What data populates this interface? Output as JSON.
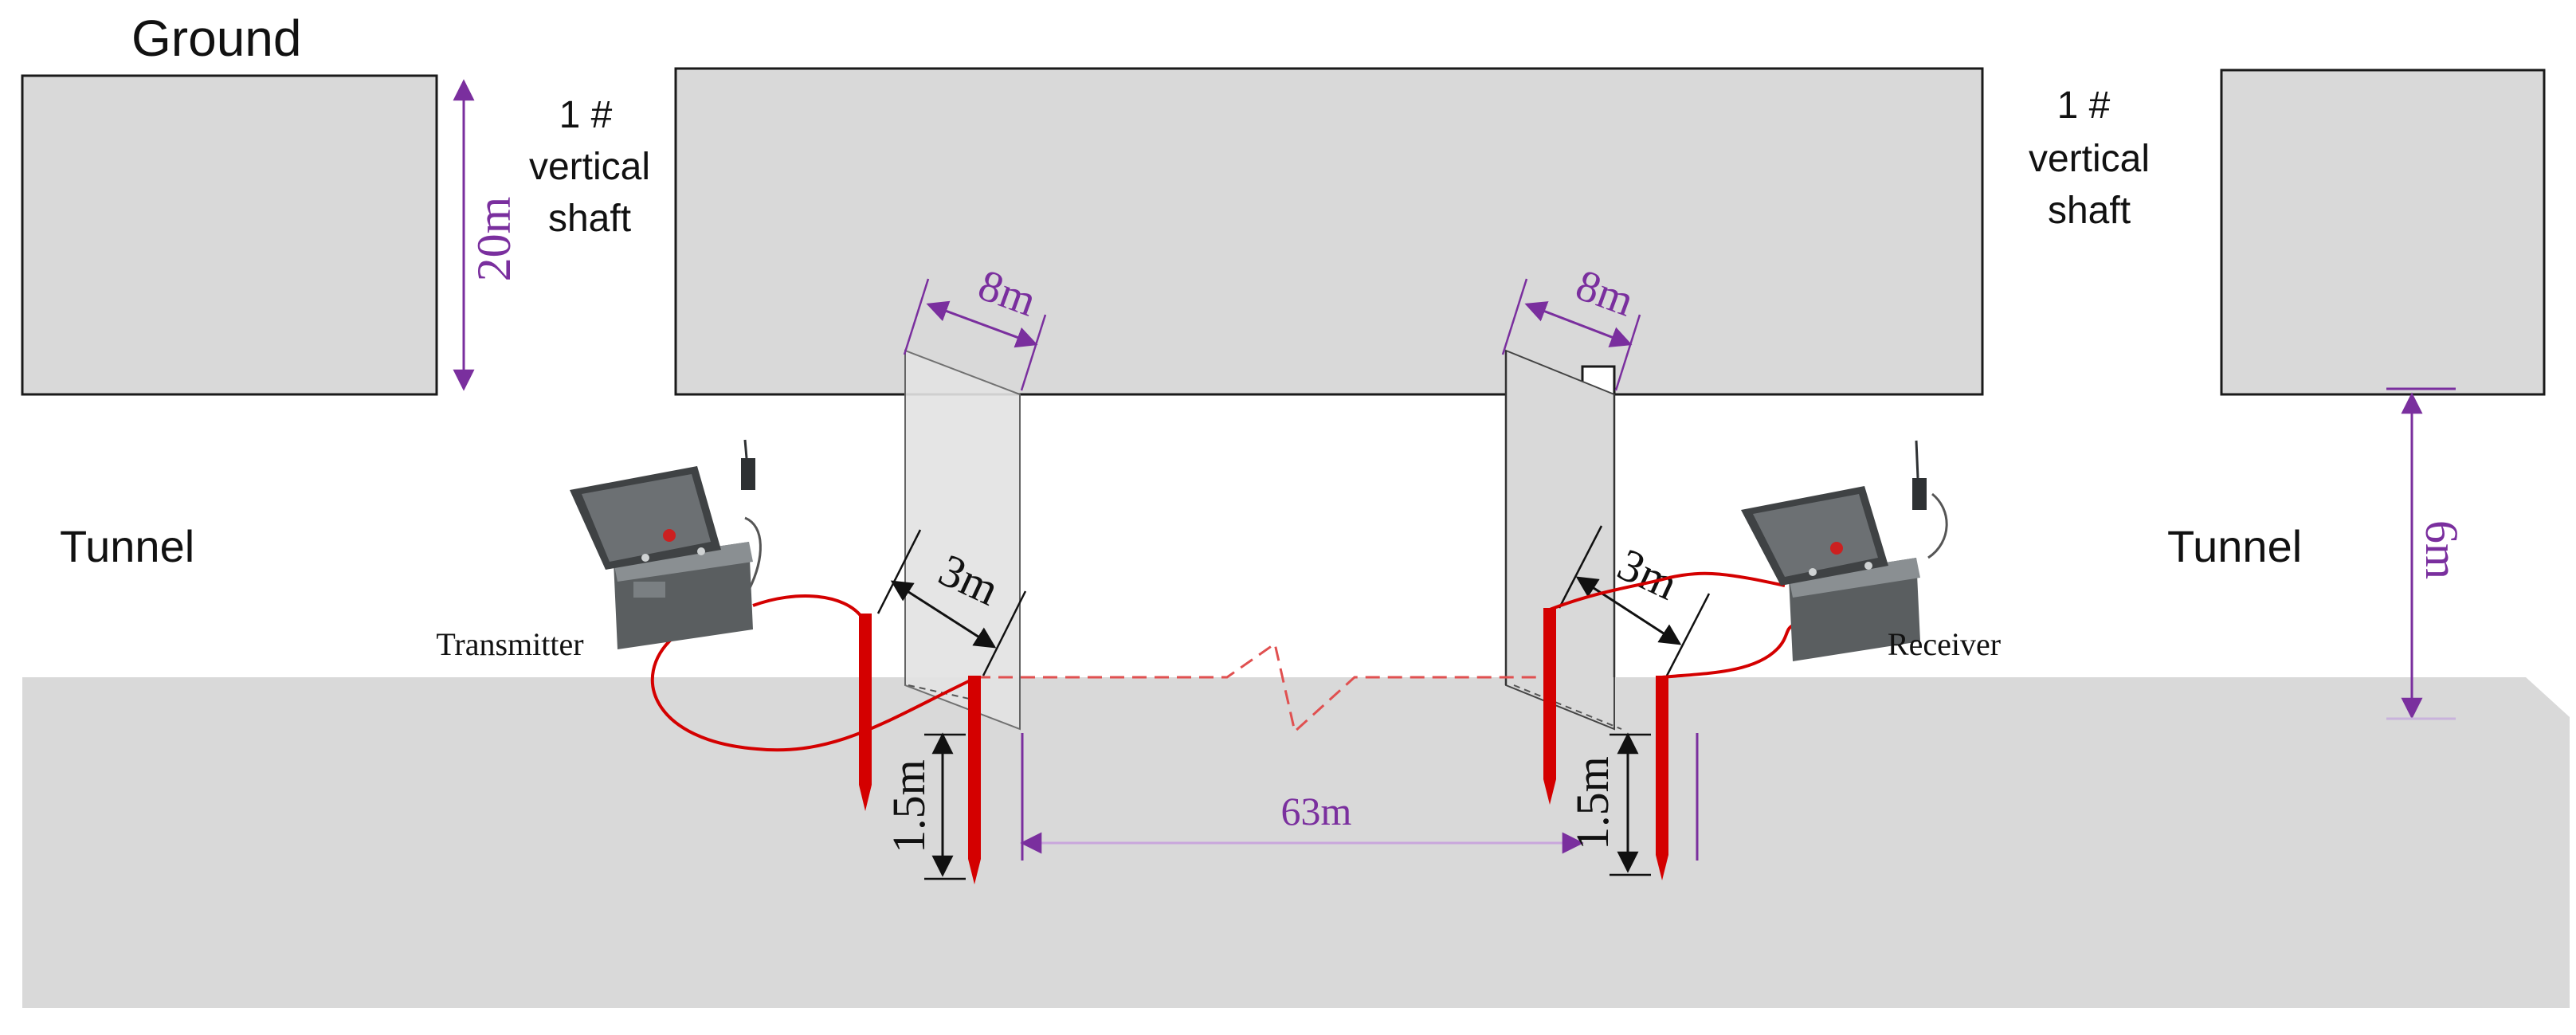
{
  "labels": {
    "ground": "Ground",
    "tunnel_left": "Tunnel",
    "tunnel_right": "Tunnel",
    "shaft_left": {
      "line1": "1 #",
      "line2": "vertical",
      "line3": "shaft"
    },
    "shaft_right": {
      "line1": "1 #",
      "line2": "vertical",
      "line3": "shaft"
    },
    "transmitter": "Transmitter",
    "receiver": "Receiver"
  },
  "dimensions": {
    "depth_ground": "20m",
    "tunnel_height": "6m",
    "shaft_width_left": "8m",
    "shaft_width_right": "8m",
    "electrode_spacing_left": "3m",
    "electrode_spacing_right": "3m",
    "electrode_depth_left": "1.5m",
    "electrode_depth_right": "1.5m",
    "source_receiver_distance": "63m"
  },
  "colors": {
    "block_fill": "#d9d9d9",
    "block_stroke": "#1a1a1a",
    "dimension": "#7a2f9e",
    "electrode": "#d40000",
    "cable": "#d40000",
    "device_body": "#5a5e60"
  }
}
